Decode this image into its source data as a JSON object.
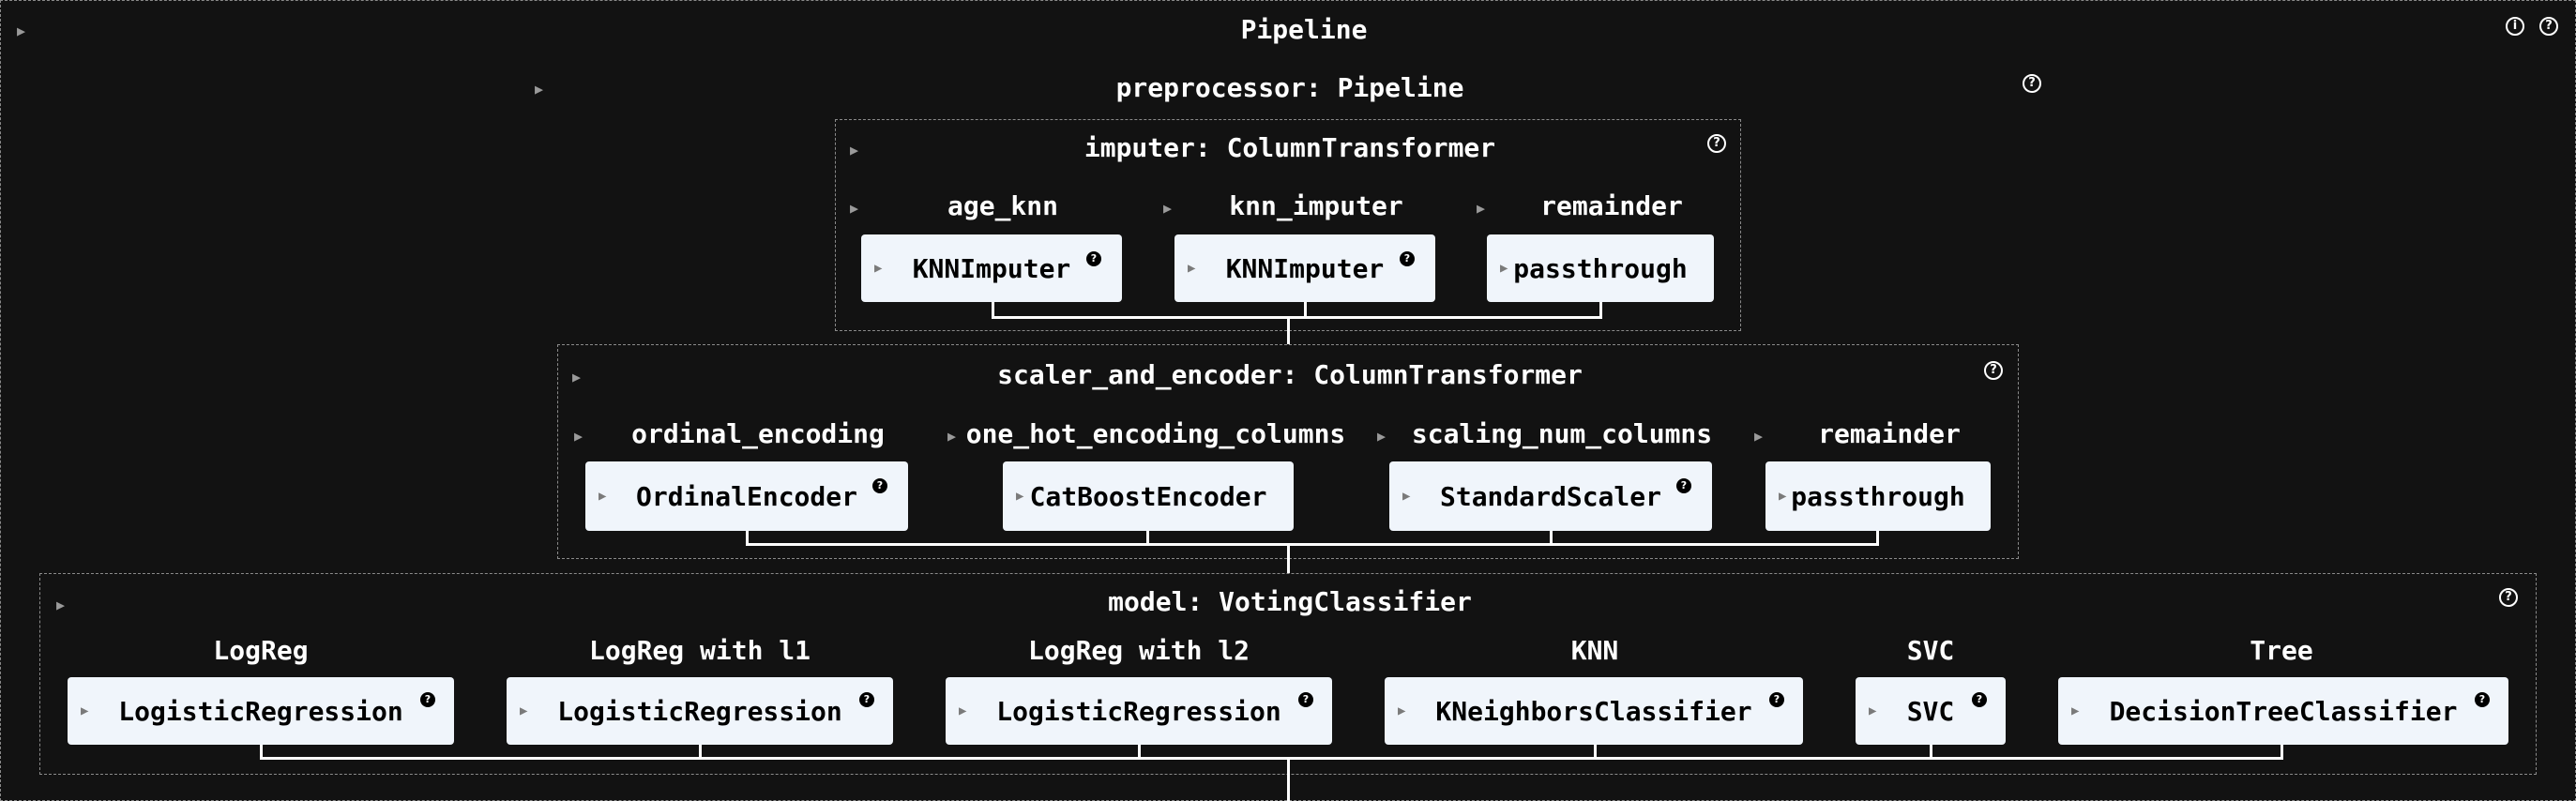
{
  "pipeline": {
    "title": "Pipeline",
    "info_icon": "info-icon",
    "help_icon": "question-icon"
  },
  "preprocessor": {
    "title": "preprocessor: Pipeline"
  },
  "imputer": {
    "title": "imputer: ColumnTransformer",
    "columns": [
      {
        "label": "age_knn",
        "estimator": "KNNImputer"
      },
      {
        "label": "knn_imputer",
        "estimator": "KNNImputer"
      },
      {
        "label": "remainder",
        "estimator": "passthrough"
      }
    ]
  },
  "scaler": {
    "title": "scaler_and_encoder: ColumnTransformer",
    "columns": [
      {
        "label": "ordinal_encoding",
        "estimator": "OrdinalEncoder"
      },
      {
        "label": "one_hot_encoding_columns",
        "estimator": "CatBoostEncoder"
      },
      {
        "label": "scaling_num_columns",
        "estimator": "StandardScaler"
      },
      {
        "label": "remainder",
        "estimator": "passthrough"
      }
    ]
  },
  "model": {
    "title": "model: VotingClassifier",
    "estimators": [
      {
        "label": "LogReg",
        "estimator": "LogisticRegression"
      },
      {
        "label": "LogReg with l1",
        "estimator": "LogisticRegression"
      },
      {
        "label": "LogReg with l2",
        "estimator": "LogisticRegression"
      },
      {
        "label": "KNN",
        "estimator": "KNeighborsClassifier"
      },
      {
        "label": "SVC",
        "estimator": "SVC"
      },
      {
        "label": "Tree",
        "estimator": "DecisionTreeClassifier"
      }
    ]
  },
  "icons": {
    "expand": "▶",
    "help": "?",
    "info": "i"
  }
}
